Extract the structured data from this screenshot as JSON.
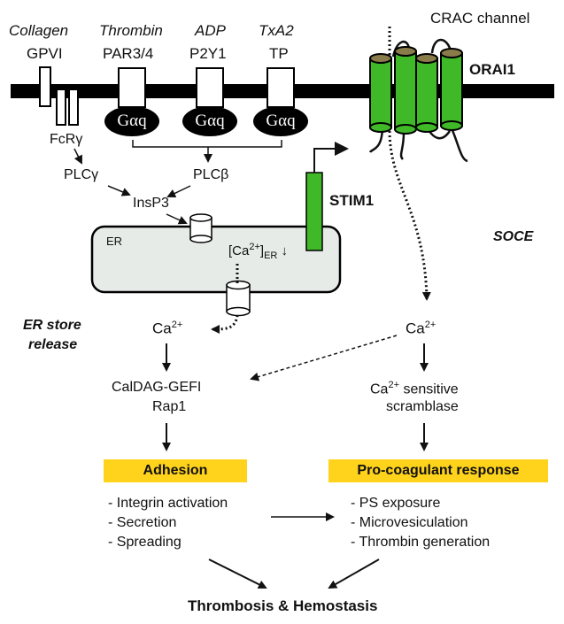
{
  "colors": {
    "membrane": "#000000",
    "orai_green": "#3fb928",
    "orai_top": "#8a7c4a",
    "stim_green": "#3fb928",
    "er_fill": "#e6ebe8",
    "highlight_yellow": "#ffd31c"
  },
  "agonists": {
    "collagen": "Collagen",
    "thrombin": "Thrombin",
    "adp": "ADP",
    "txa2": "TxA2"
  },
  "receptors": {
    "gpvi": "GPVI",
    "par": "PAR3/4",
    "p2y1": "P2Y1",
    "tp": "TP"
  },
  "gaq_label": "Gαq",
  "signaling": {
    "fcrg": "FcRγ",
    "plcg": "PLCγ",
    "plcb": "PLCβ",
    "insp3": "InsP3"
  },
  "channel": {
    "crac": "CRAC channel",
    "orai1": "ORAI1",
    "stim1": "STIM1",
    "soce": "SOCE"
  },
  "er": {
    "label": "ER",
    "ca_er_base": "[Ca",
    "ca_er_sup": "2+",
    "ca_er_end": "]",
    "ca_er_sub": "ER",
    "ca_er_arrow": "↓"
  },
  "er_release": {
    "line1": "ER store",
    "line2": "release"
  },
  "calcium": {
    "base": "Ca",
    "sup": "2+"
  },
  "left_path": {
    "line1": "CalDAG-GEFI",
    "line2": "Rap1"
  },
  "right_path": {
    "line1_base": "Ca",
    "line1_sup": "2+",
    "line1_rest": " sensitive",
    "line2": "scramblase"
  },
  "adhesion": {
    "title": "Adhesion",
    "items": [
      "- Integrin activation",
      "- Secretion",
      "- Spreading"
    ]
  },
  "procoag": {
    "title": "Pro-coagulant response",
    "items": [
      "- PS exposure",
      "- Microvesiculation",
      "- Thrombin generation"
    ]
  },
  "outcome": "Thrombosis & Hemostasis"
}
